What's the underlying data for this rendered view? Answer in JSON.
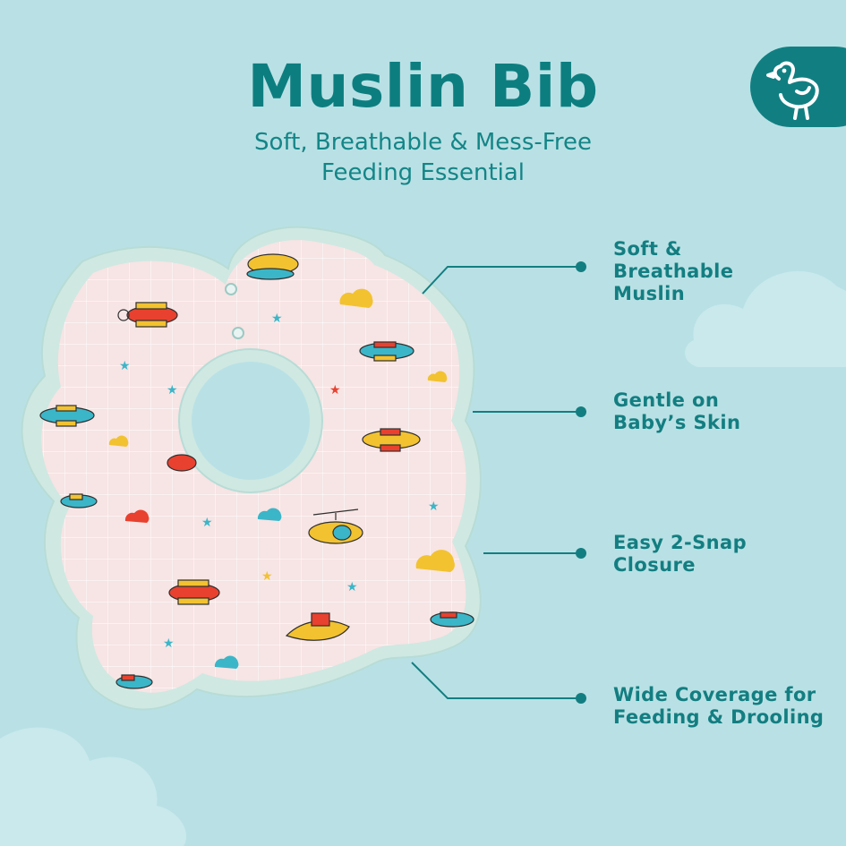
{
  "title": "Muslin Bib",
  "subtitle": {
    "line1": "Soft, Breathable & Mess-Free",
    "line2": "Feeding Essential"
  },
  "brand": {
    "icon": "duck-logo-icon",
    "color": "#117f82"
  },
  "features": [
    {
      "line1": "Soft &",
      "line2": "Breathable",
      "line3": "Muslin"
    },
    {
      "line1": "Gentle on",
      "line2": "Baby’s Skin"
    },
    {
      "line1": "Easy 2-Snap",
      "line2": "Closure"
    },
    {
      "line1": "Wide Coverage for",
      "line2": "Feeding & Drooling"
    }
  ],
  "colors": {
    "background": "#b9e1e5",
    "accent": "#0d7e80",
    "bib_fabric": "#f6e3e2",
    "bib_trim": "#cde8e3"
  }
}
